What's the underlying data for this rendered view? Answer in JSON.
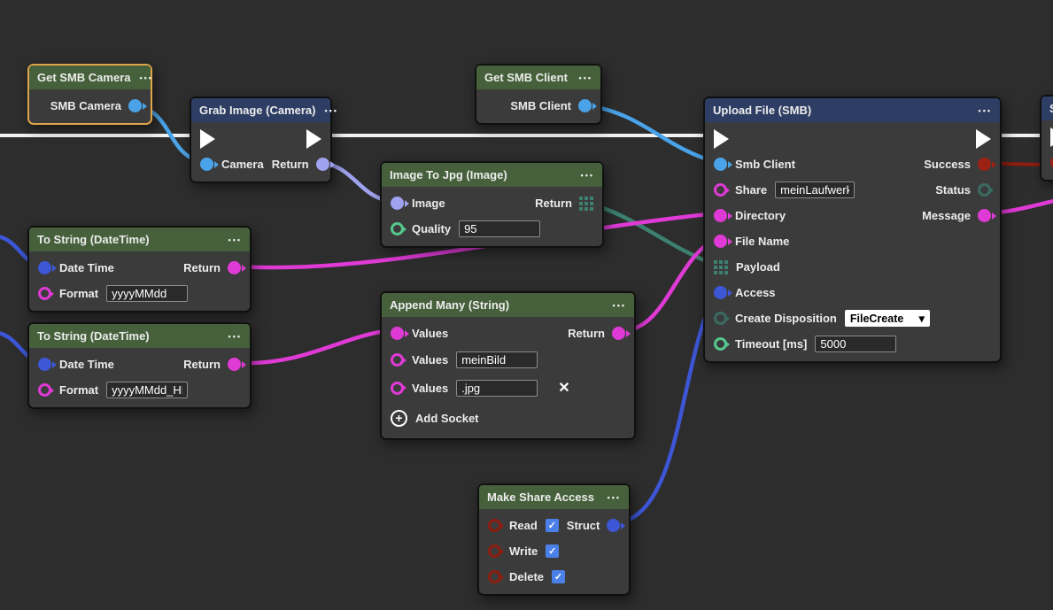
{
  "colors": {
    "background": "#2d2d2d",
    "node_body": "#3b3b3b",
    "header_green": "#45603a",
    "header_blue": "#2e3d63",
    "selection_orange": "#dda449",
    "exec_white": "#f2f2f2",
    "socket_light_blue": "#4aa3e8",
    "socket_royal_blue": "#3d56d6",
    "socket_lavender": "#9fa2ee",
    "socket_magenta": "#e03ad6",
    "socket_teal": "#3d8070",
    "socket_teal_dim": "#3a6b60",
    "socket_green": "#55c78e",
    "socket_dark_red": "#9c2314",
    "wire_dark_red": "#8e1d10",
    "checkbox_blue": "#4a80e8"
  },
  "icons": {
    "menu": "•••",
    "close": "✕",
    "add": "+",
    "chevron": "▾",
    "check": "✓"
  },
  "nodes": {
    "get_smb_camera": {
      "title": "Get SMB Camera",
      "out_camera": "SMB Camera"
    },
    "grab_image": {
      "title": "Grab Image (Camera)",
      "in_camera": "Camera",
      "out_return": "Return"
    },
    "get_smb_client": {
      "title": "Get SMB Client",
      "out_client": "SMB Client"
    },
    "image_to_jpg": {
      "title": "Image To Jpg (Image)",
      "in_image": "Image",
      "out_return": "Return",
      "in_quality": "Quality",
      "quality_value": "95"
    },
    "to_string_1": {
      "title": "To String (DateTime)",
      "in_datetime": "Date Time",
      "out_return": "Return",
      "in_format": "Format",
      "format_value": "yyyyMMdd"
    },
    "to_string_2": {
      "title": "To String (DateTime)",
      "in_datetime": "Date Time",
      "out_return": "Return",
      "in_format": "Format",
      "format_value": "yyyyMMdd_HH"
    },
    "append_many": {
      "title": "Append Many (String)",
      "in_values1": "Values",
      "out_return": "Return",
      "in_values2": "Values",
      "values2_value": "meinBild",
      "in_values3": "Values",
      "values3_value": ".jpg",
      "add_socket": "Add Socket"
    },
    "upload_file": {
      "title": "Upload File (SMB)",
      "in_smb_client": "Smb Client",
      "in_share": "Share",
      "share_value": "meinLaufwerk",
      "in_directory": "Directory",
      "in_file_name": "File Name",
      "in_payload": "Payload",
      "in_access": "Access",
      "in_create_disposition": "Create Disposition",
      "create_disposition_value": "FileCreate",
      "in_timeout": "Timeout [ms]",
      "timeout_value": "5000",
      "out_success": "Success",
      "out_status": "Status",
      "out_message": "Message"
    },
    "make_share_access": {
      "title": "Make Share Access",
      "in_read": "Read",
      "in_write": "Write",
      "in_delete": "Delete",
      "out_struct": "Struct"
    },
    "partial": {
      "title": "S"
    }
  }
}
